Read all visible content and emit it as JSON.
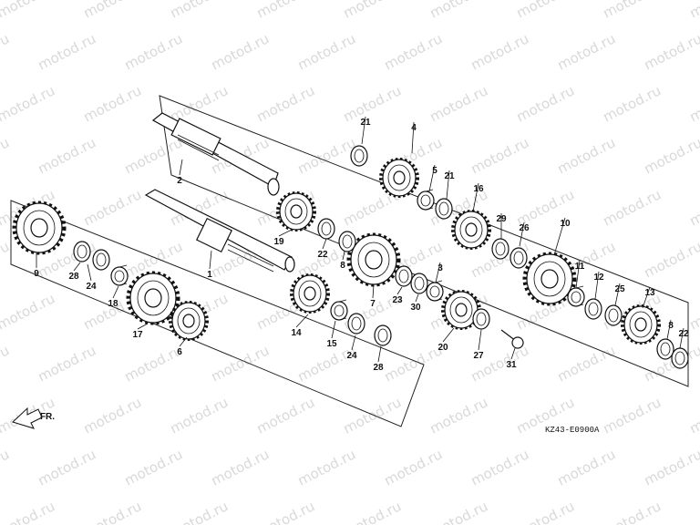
{
  "watermark": {
    "text": "motod.ru"
  },
  "diagram_code": "KZ43-E0900A",
  "direction_label": "FR.",
  "callouts": [
    {
      "num": "1",
      "name": "mainshaft"
    },
    {
      "num": "2",
      "name": "countershaft"
    },
    {
      "num": "3",
      "name": "collar"
    },
    {
      "num": "4",
      "name": "gear"
    },
    {
      "num": "5",
      "name": "bushing"
    },
    {
      "num": "6",
      "name": "gear"
    },
    {
      "num": "7",
      "name": "gear"
    },
    {
      "num": "8",
      "name": "washer"
    },
    {
      "num": "8",
      "name": "washer-right"
    },
    {
      "num": "9",
      "name": "gear"
    },
    {
      "num": "10",
      "name": "gear"
    },
    {
      "num": "11",
      "name": "bushing"
    },
    {
      "num": "12",
      "name": "washer"
    },
    {
      "num": "13",
      "name": "gear"
    },
    {
      "num": "14",
      "name": "gear"
    },
    {
      "num": "15",
      "name": "bushing"
    },
    {
      "num": "16",
      "name": "gear"
    },
    {
      "num": "17",
      "name": "gear"
    },
    {
      "num": "18",
      "name": "washer"
    },
    {
      "num": "19",
      "name": "gear"
    },
    {
      "num": "20",
      "name": "drive-sprocket"
    },
    {
      "num": "21",
      "name": "washer-top"
    },
    {
      "num": "21",
      "name": "washer"
    },
    {
      "num": "22",
      "name": "washer"
    },
    {
      "num": "22",
      "name": "washer-right"
    },
    {
      "num": "23",
      "name": "washer"
    },
    {
      "num": "24",
      "name": "washer"
    },
    {
      "num": "24",
      "name": "washer-lower"
    },
    {
      "num": "25",
      "name": "washer"
    },
    {
      "num": "26",
      "name": "washer"
    },
    {
      "num": "27",
      "name": "plate"
    },
    {
      "num": "28",
      "name": "circlip"
    },
    {
      "num": "28",
      "name": "circlip-lower"
    },
    {
      "num": "29",
      "name": "washer"
    },
    {
      "num": "30",
      "name": "circlip"
    },
    {
      "num": "31",
      "name": "bolt"
    }
  ]
}
